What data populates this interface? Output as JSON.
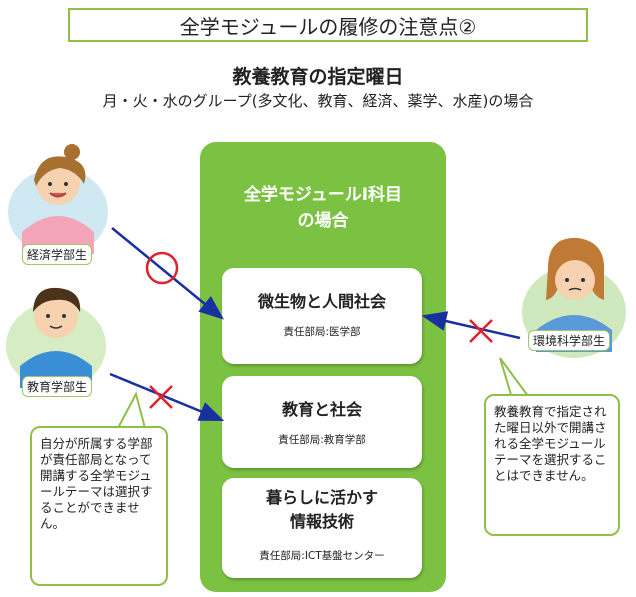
{
  "title": "全学モジュールの履修の注意点②",
  "subtitle": "教養教育の指定曜日",
  "subtitle2": "月・火・水のグループ(多文化、教育、経済、薬学、水産)の場合",
  "panel": {
    "title_line1": "全学モジュールⅠ科目",
    "title_line2": "の場合"
  },
  "courses": [
    {
      "name_line1": "微生物と人間社会",
      "name_line2": "",
      "dept": "責任部局:医学部"
    },
    {
      "name_line1": "教育と社会",
      "name_line2": "",
      "dept": "責任部局:教育学部"
    },
    {
      "name_line1": "暮らしに活かす",
      "name_line2": "情報技術",
      "dept": "責任部局:ICT基盤センター"
    }
  ],
  "students": {
    "economics": "経済学部生",
    "education": "教育学部生",
    "environmental": "環境科学部生"
  },
  "bubbles": {
    "left": "自分が所属する学部が責任部局となって開講する全学モジュールテーマは選択することができません。",
    "right": "教養教育で指定された曜日以外で開講される全学モジュールテーマを選択することはできません。"
  },
  "colors": {
    "panel_green": "#7cc242",
    "border_green": "#8fbf4a",
    "arrow_blue": "#1a2fa0",
    "mark_red": "#e0202a"
  },
  "marks": {
    "economics": "circle",
    "education": "cross",
    "environmental": "cross"
  }
}
